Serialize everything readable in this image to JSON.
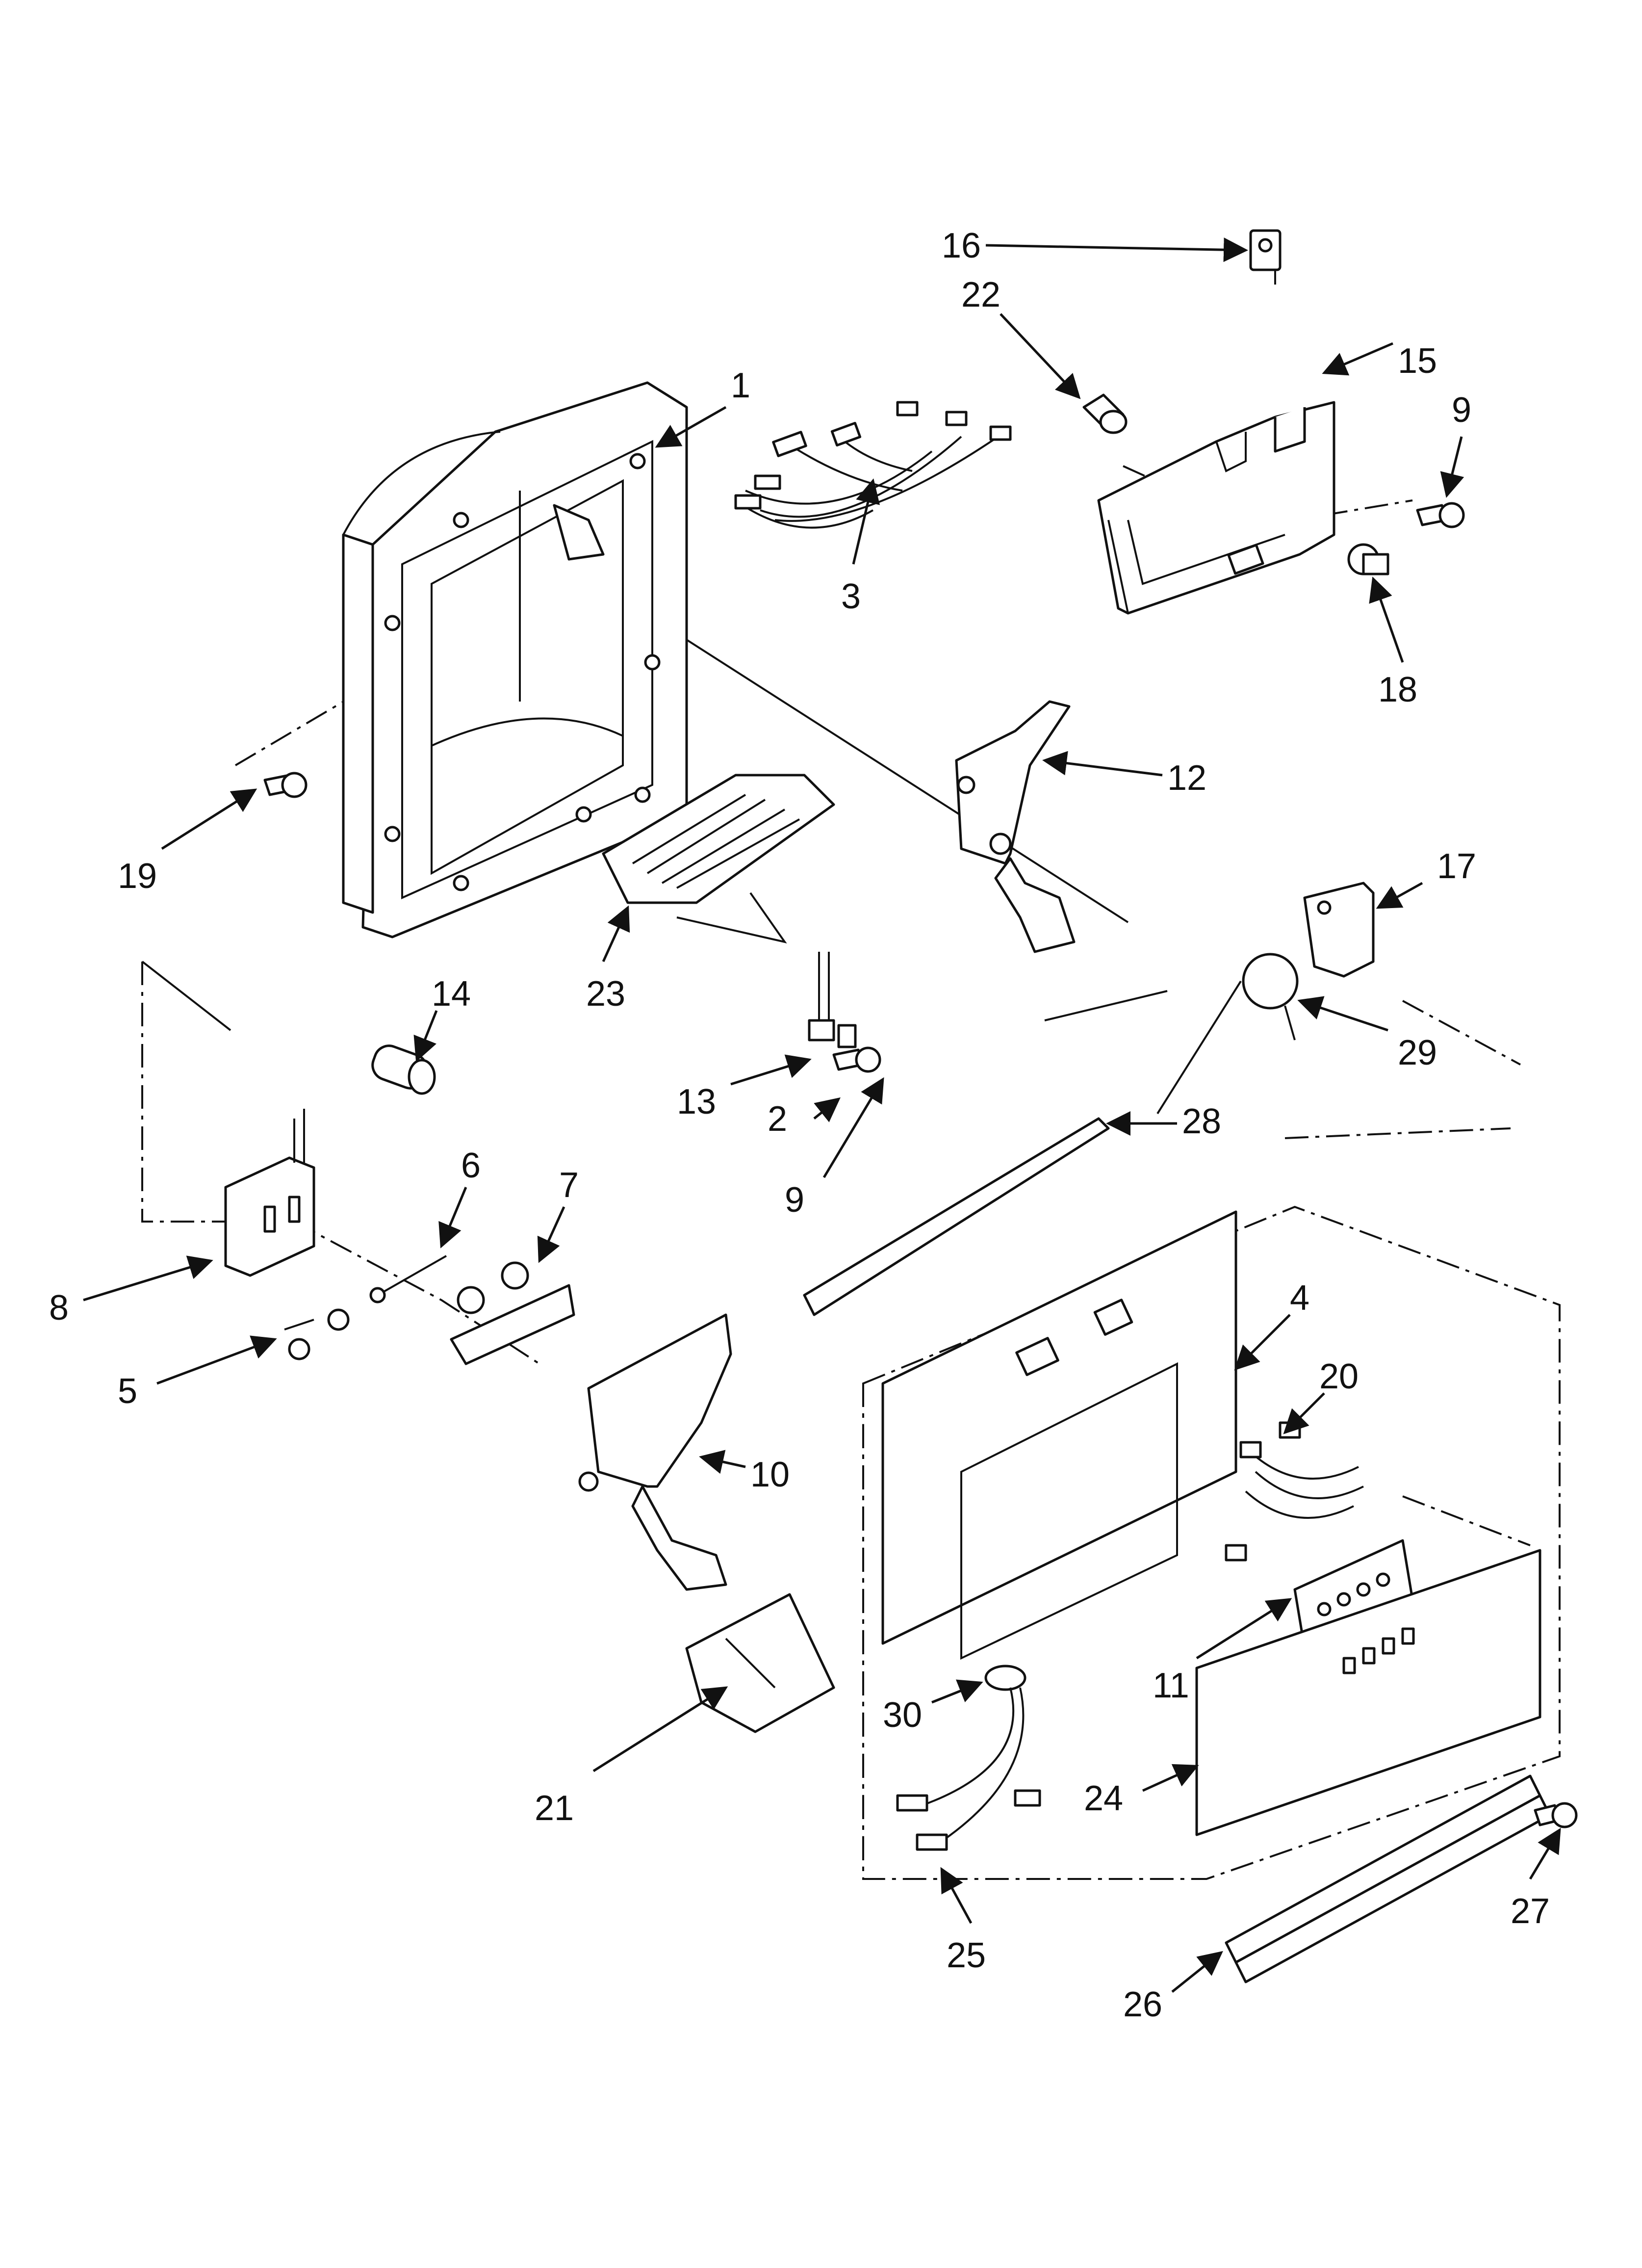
{
  "diagram": {
    "callouts": [
      {
        "id": "p1",
        "label": "1"
      },
      {
        "id": "p2",
        "label": "2"
      },
      {
        "id": "p3",
        "label": "3"
      },
      {
        "id": "p4",
        "label": "4"
      },
      {
        "id": "p5",
        "label": "5"
      },
      {
        "id": "p6",
        "label": "6"
      },
      {
        "id": "p7",
        "label": "7"
      },
      {
        "id": "p8",
        "label": "8"
      },
      {
        "id": "p9a",
        "label": "9"
      },
      {
        "id": "p9b",
        "label": "9"
      },
      {
        "id": "p10",
        "label": "10"
      },
      {
        "id": "p11",
        "label": "11"
      },
      {
        "id": "p12",
        "label": "12"
      },
      {
        "id": "p13",
        "label": "13"
      },
      {
        "id": "p14",
        "label": "14"
      },
      {
        "id": "p15",
        "label": "15"
      },
      {
        "id": "p16",
        "label": "16"
      },
      {
        "id": "p17",
        "label": "17"
      },
      {
        "id": "p18",
        "label": "18"
      },
      {
        "id": "p19",
        "label": "19"
      },
      {
        "id": "p20",
        "label": "20"
      },
      {
        "id": "p21",
        "label": "21"
      },
      {
        "id": "p22",
        "label": "22"
      },
      {
        "id": "p23",
        "label": "23"
      },
      {
        "id": "p24",
        "label": "24"
      },
      {
        "id": "p25",
        "label": "25"
      },
      {
        "id": "p26",
        "label": "26"
      },
      {
        "id": "p27",
        "label": "27"
      },
      {
        "id": "p28",
        "label": "28"
      },
      {
        "id": "p29",
        "label": "29"
      },
      {
        "id": "p30",
        "label": "30"
      }
    ]
  }
}
